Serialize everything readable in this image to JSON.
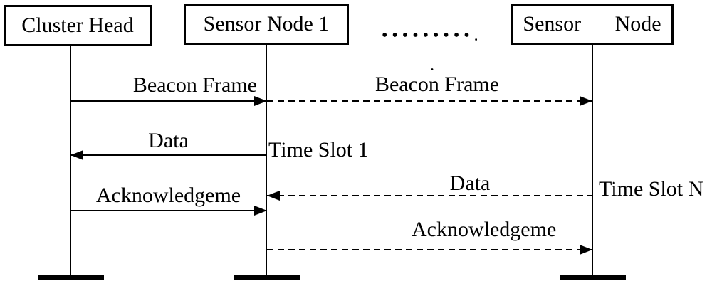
{
  "colors": {
    "ink": "#000000",
    "background": "#ffffff"
  },
  "diagram": {
    "type": "sequence-diagram",
    "actors": [
      {
        "label": "Cluster Head"
      },
      {
        "label": "Sensor Node 1"
      },
      {
        "label": "Sensor Node"
      }
    ],
    "ellipsis": {
      "row": "•••••••••.",
      "dot": "."
    },
    "messages": [
      {
        "label": "Beacon Frame",
        "from": "Cluster Head",
        "to": "Sensor Node 1",
        "style": "solid",
        "direction": "right"
      },
      {
        "label": "Beacon Frame",
        "from": "Sensor Node 1",
        "to": "Sensor Node",
        "style": "dashed",
        "direction": "right"
      },
      {
        "label": "Data",
        "from": "Sensor Node 1",
        "to": "Cluster Head",
        "style": "solid",
        "direction": "left"
      },
      {
        "label": "Acknowledgeme",
        "from": "Cluster Head",
        "to": "Sensor Node 1",
        "style": "solid",
        "direction": "right"
      },
      {
        "label": "Data",
        "from": "Sensor Node",
        "to": "Sensor Node 1",
        "style": "dashed",
        "direction": "left"
      },
      {
        "label": "Acknowledgeme",
        "from": "Sensor Node 1",
        "to": "Sensor Node",
        "style": "dashed",
        "direction": "right"
      }
    ],
    "annotations": [
      {
        "label": "Time Slot 1"
      },
      {
        "label": "Time Slot N"
      }
    ]
  }
}
